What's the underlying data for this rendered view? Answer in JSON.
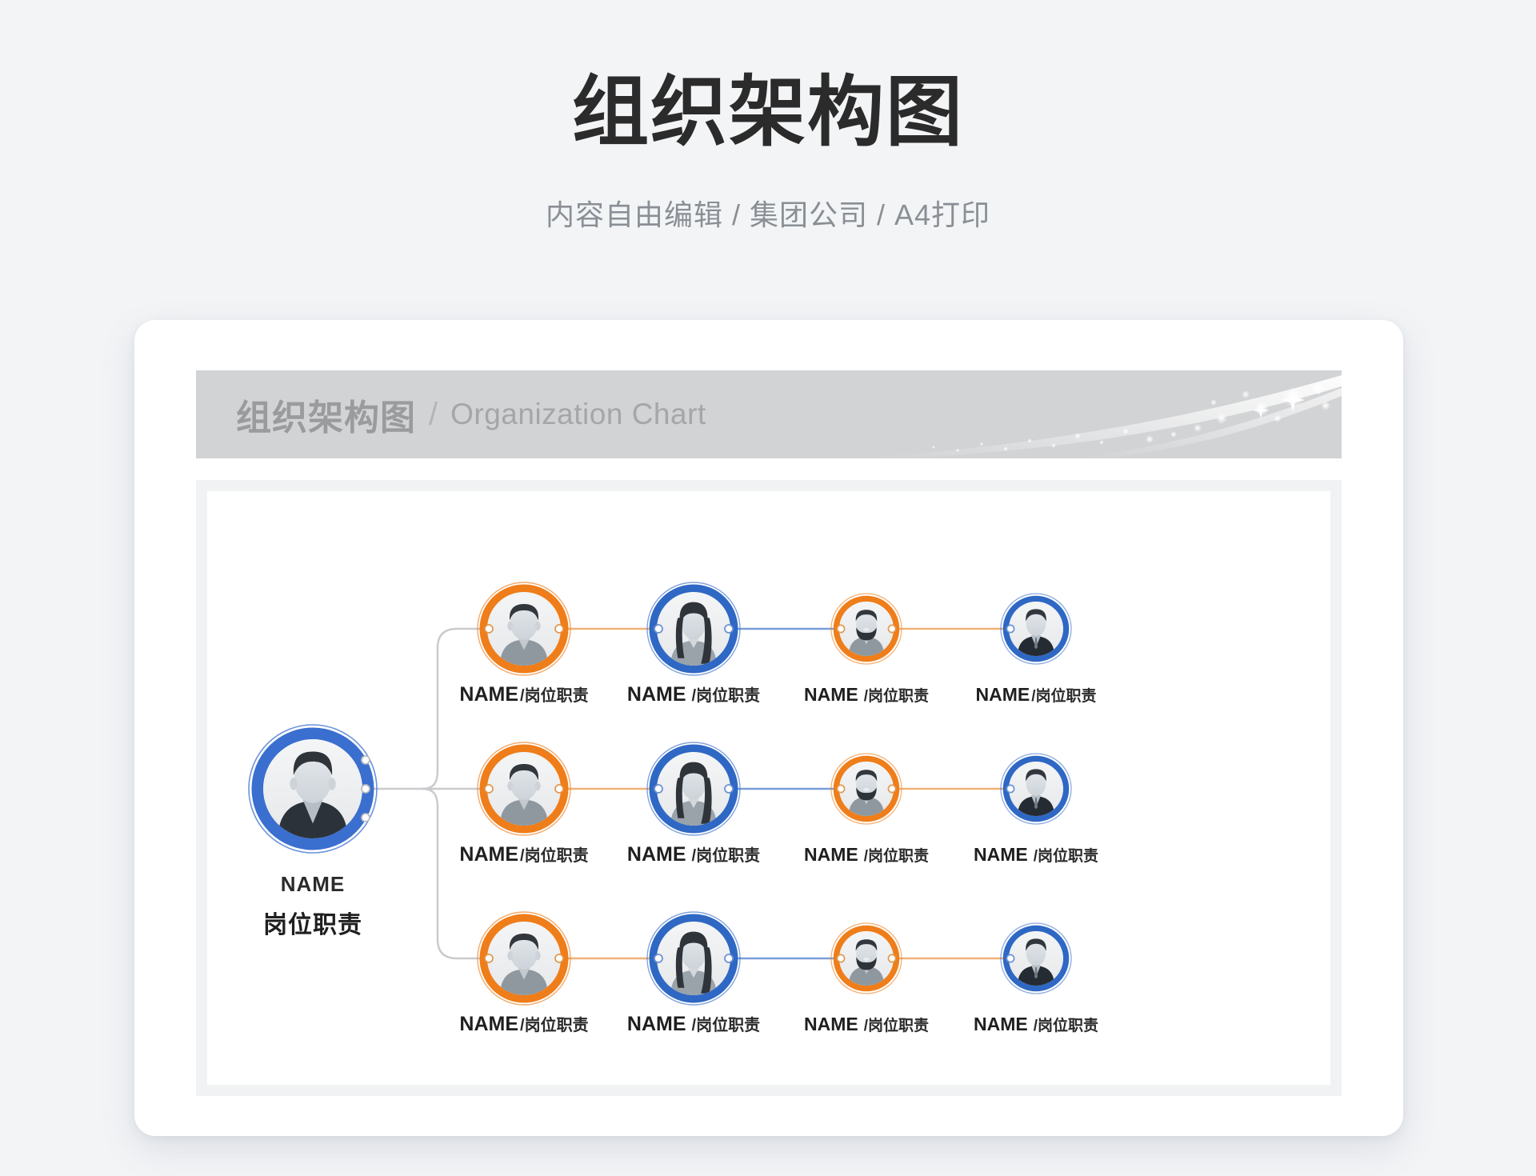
{
  "page": {
    "title": "组织架构图",
    "subtitle": "内容自由编辑 / 集团公司 / A4打印"
  },
  "card": {
    "band": {
      "title_cn": "组织架构图",
      "separator": "/",
      "title_en": "Organization Chart"
    }
  },
  "colors": {
    "background": "#f2f4f6",
    "card": "#ffffff",
    "band": "#d2d3d5",
    "accent_orange": "#ef7d1a",
    "accent_blue": "#2f68c4",
    "root_blue": "#3a6fd0",
    "connector_gray": "#c9cbce",
    "text_dark": "#2b2b2b",
    "text_muted": "#8a8f95"
  },
  "chart_data": {
    "type": "diagram",
    "title": "组织架构图",
    "subtitle": "Organization Chart",
    "layout": "horizontal-tree",
    "root": {
      "id": "root",
      "name": "NAME",
      "role": "岗位职责",
      "ring_color": "#3a6fd0",
      "avatar": "male-dark-shirt",
      "size": "xl"
    },
    "rows": [
      {
        "row": 1,
        "nodes": [
          {
            "id": "r1c1",
            "name": "NAME",
            "role": "/岗位职责",
            "ring_color": "#ef7d1a",
            "avatar": "male-gray",
            "size": "lg"
          },
          {
            "id": "r1c2",
            "name": "NAME",
            "role": "/岗位职责",
            "ring_color": "#2f68c4",
            "avatar": "female-long-hair",
            "size": "lg"
          },
          {
            "id": "r1c3",
            "name": "NAME",
            "role": "/岗位职责",
            "ring_color": "#ef7d1a",
            "avatar": "male-beard",
            "size": "sm"
          },
          {
            "id": "r1c4",
            "name": "NAME",
            "role": "/岗位职责",
            "ring_color": "#2f68c4",
            "avatar": "male-suit",
            "size": "sm"
          }
        ],
        "connectors": [
          "#efb27a",
          "#7a9ed8",
          "#efb27a"
        ]
      },
      {
        "row": 2,
        "nodes": [
          {
            "id": "r2c1",
            "name": "NAME",
            "role": "/岗位职责",
            "ring_color": "#ef7d1a",
            "avatar": "male-gray",
            "size": "lg"
          },
          {
            "id": "r2c2",
            "name": "NAME",
            "role": "/岗位职责",
            "ring_color": "#2f68c4",
            "avatar": "female-long-hair",
            "size": "lg"
          },
          {
            "id": "r2c3",
            "name": "NAME",
            "role": "/岗位职责",
            "ring_color": "#ef7d1a",
            "avatar": "male-beard",
            "size": "sm"
          },
          {
            "id": "r2c4",
            "name": "NAME",
            "role": "/岗位职责",
            "ring_color": "#2f68c4",
            "avatar": "male-suit",
            "size": "sm"
          }
        ],
        "connectors": [
          "#efb27a",
          "#7a9ed8",
          "#efb27a"
        ]
      },
      {
        "row": 3,
        "nodes": [
          {
            "id": "r3c1",
            "name": "NAME",
            "role": "/岗位职责",
            "ring_color": "#ef7d1a",
            "avatar": "male-gray",
            "size": "lg"
          },
          {
            "id": "r3c2",
            "name": "NAME",
            "role": "/岗位职责",
            "ring_color": "#2f68c4",
            "avatar": "female-long-hair",
            "size": "lg"
          },
          {
            "id": "r3c3",
            "name": "NAME",
            "role": "/岗位职责",
            "ring_color": "#ef7d1a",
            "avatar": "male-beard",
            "size": "sm"
          },
          {
            "id": "r3c4",
            "name": "NAME",
            "role": "/岗位职责",
            "ring_color": "#2f68c4",
            "avatar": "male-suit",
            "size": "sm"
          }
        ],
        "connectors": [
          "#efb27a",
          "#7a9ed8",
          "#efb27a"
        ]
      }
    ]
  }
}
